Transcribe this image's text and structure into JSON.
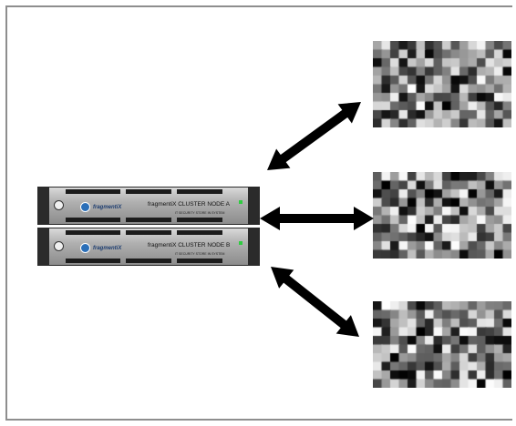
{
  "nodes": [
    {
      "brand": "fragmentiX",
      "label": "fragmentiX CLUSTER NODE A",
      "sub": "IT SECURITY STORE IN SYSTEM"
    },
    {
      "brand": "fragmentiX",
      "label": "fragmentiX CLUSTER NODE B",
      "sub": "IT SECURITY STORE IN SYSTEM"
    }
  ],
  "clients": [
    {
      "icon": "pixelated-client-image",
      "seed": 11
    },
    {
      "icon": "pixelated-client-image",
      "seed": 29
    },
    {
      "icon": "pixelated-client-image",
      "seed": 47
    }
  ],
  "colors": {
    "arrow": "#000000",
    "frame": "#8e8e8e",
    "logo": "#2b6fb8"
  }
}
